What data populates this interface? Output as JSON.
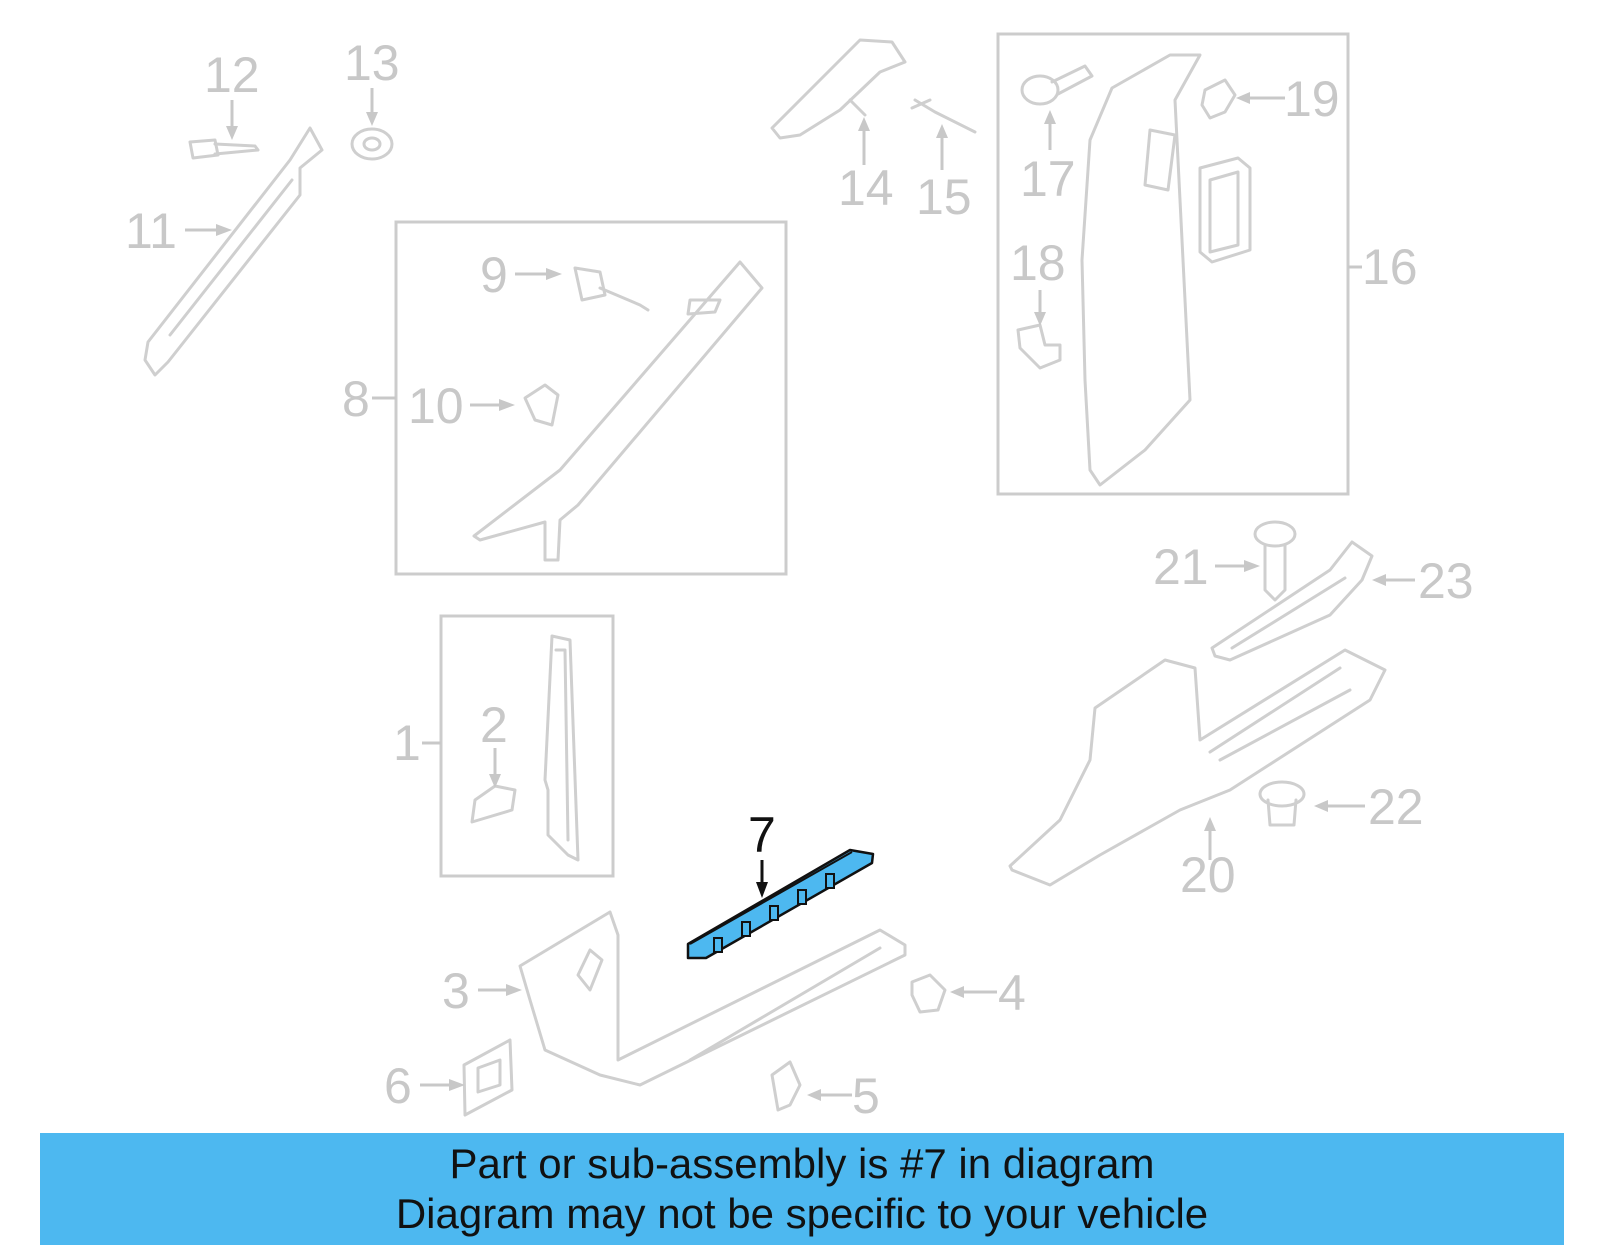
{
  "callouts": [
    {
      "id": "1",
      "text": "1"
    },
    {
      "id": "2",
      "text": "2"
    },
    {
      "id": "3",
      "text": "3"
    },
    {
      "id": "4",
      "text": "4"
    },
    {
      "id": "5",
      "text": "5"
    },
    {
      "id": "6",
      "text": "6"
    },
    {
      "id": "7",
      "text": "7"
    },
    {
      "id": "8",
      "text": "8"
    },
    {
      "id": "9",
      "text": "9"
    },
    {
      "id": "10",
      "text": "10"
    },
    {
      "id": "11",
      "text": "11"
    },
    {
      "id": "12",
      "text": "12"
    },
    {
      "id": "13",
      "text": "13"
    },
    {
      "id": "14",
      "text": "14"
    },
    {
      "id": "15",
      "text": "15"
    },
    {
      "id": "16",
      "text": "16"
    },
    {
      "id": "17",
      "text": "17"
    },
    {
      "id": "18",
      "text": "18"
    },
    {
      "id": "19",
      "text": "19"
    },
    {
      "id": "20",
      "text": "20"
    },
    {
      "id": "21",
      "text": "21"
    },
    {
      "id": "22",
      "text": "22"
    },
    {
      "id": "23",
      "text": "23"
    }
  ],
  "highlight": {
    "part": "7",
    "color": "#4db8f0"
  },
  "banner": {
    "line1": "Part or sub-assembly is #7 in diagram",
    "line2": "Diagram may not be specific to your vehicle",
    "color": "#4db8f0"
  }
}
